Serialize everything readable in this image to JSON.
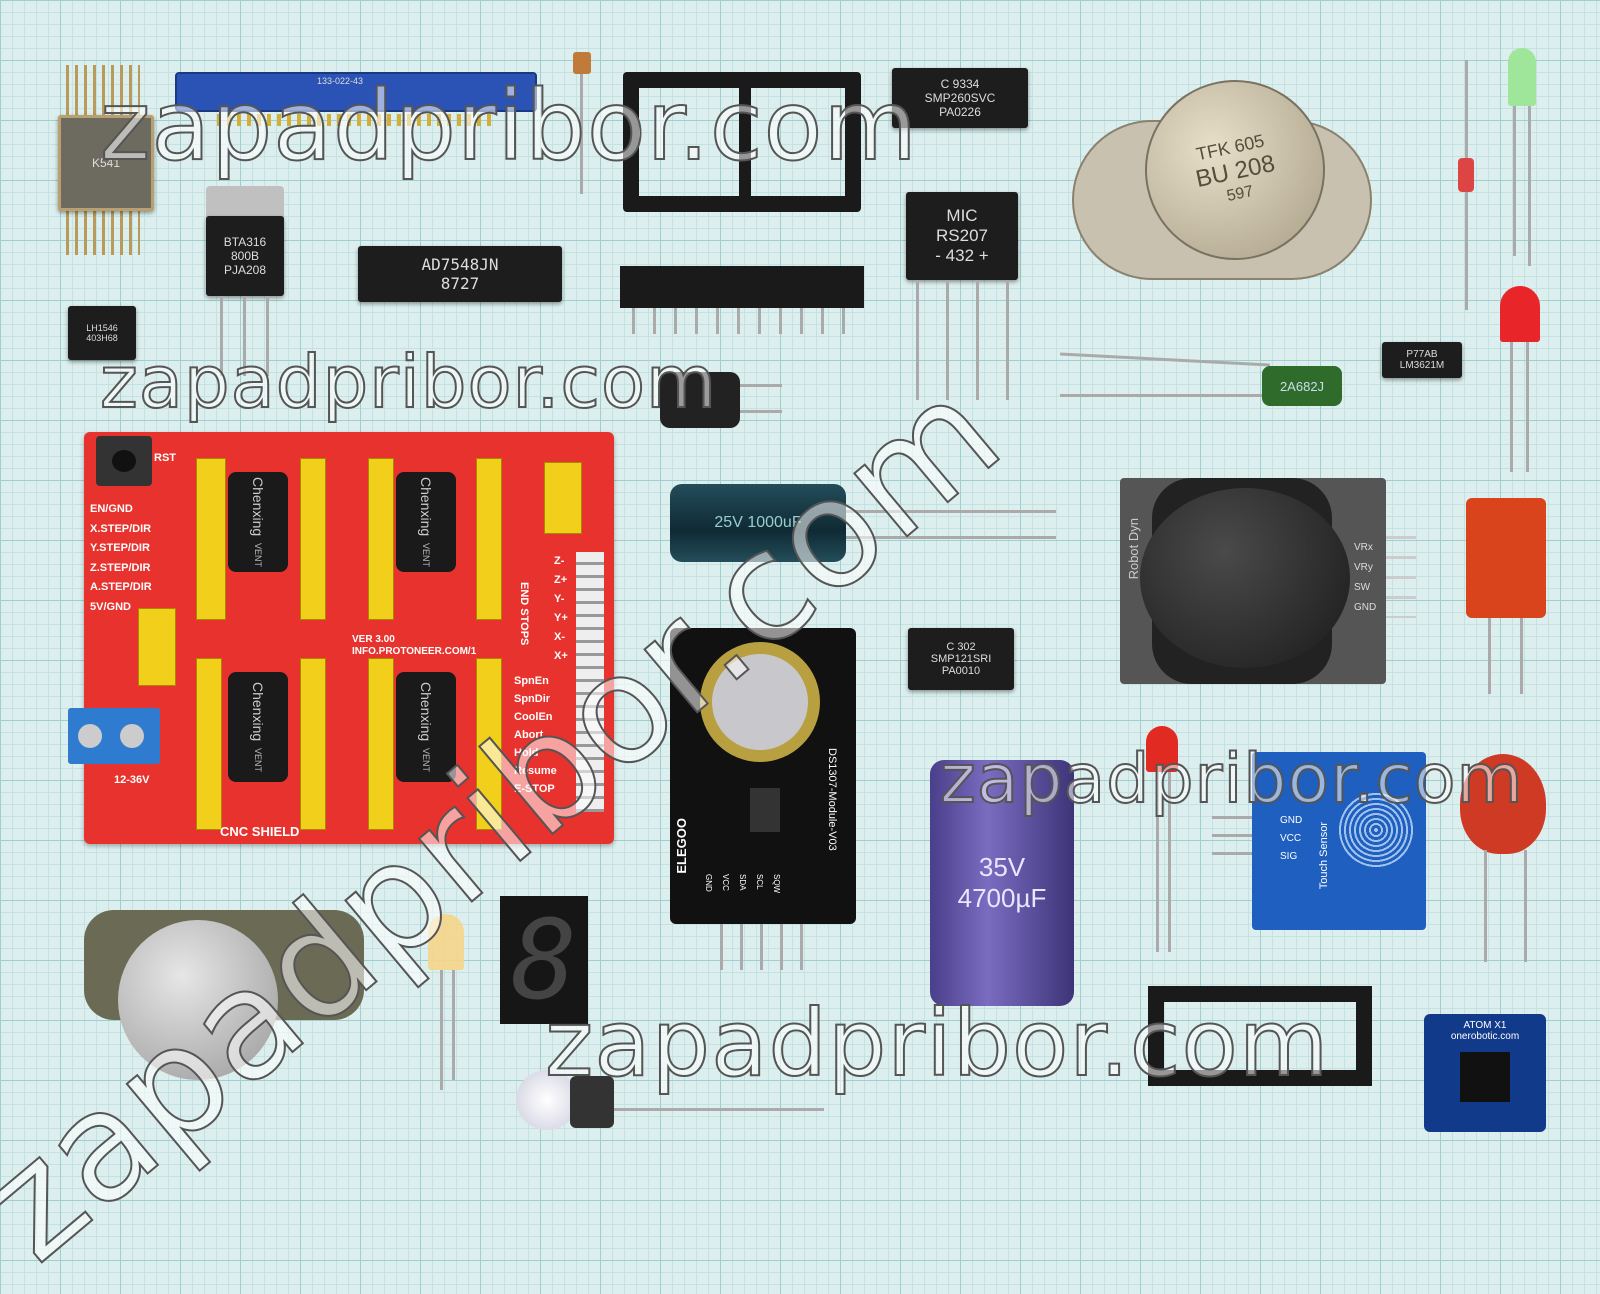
{
  "watermark": "zapadpribor.com",
  "components": {
    "hybrid_ic": "K541",
    "edge_connector": "133-022-43",
    "triac": {
      "line1": "BTA316",
      "line2": "800B",
      "line3": "PJA208"
    },
    "dip_ic": {
      "line1": "AD7548JN",
      "line2": "8727"
    },
    "soic_top": {
      "line1": "C 9334",
      "line2": "SMP260SVC",
      "line3": "PA0226"
    },
    "bridge": {
      "line1": "MIC",
      "line2": "RS207",
      "line3": "- 432 +"
    },
    "power_transistor": {
      "line1": "TFK 605",
      "line2": "BU 208",
      "line3": "597"
    },
    "optocoupler": {
      "line1": "LH1546",
      "line2": "403H68"
    },
    "soic_small": {
      "line1": "P77AB",
      "line2": "LM3621M"
    },
    "film_cap": "2A682J",
    "elcap_small": "25V 1000uF",
    "soic_mid": {
      "line1": "C 302",
      "line2": "SMP121SRI",
      "line3": "PA0010"
    },
    "elcap_big": {
      "line1": "35V",
      "line2": "4700µF"
    },
    "joystick_label": "Robot Dyn",
    "joystick_pins": [
      "VRx",
      "VRy",
      "SW",
      "GND"
    ]
  },
  "cnc_shield": {
    "title": "CNC SHIELD",
    "version": "VER 3.00",
    "url": "INFO.PROTONEER.COM/1",
    "power": "12-36V",
    "rst": "RST",
    "labels": [
      "EN/GND",
      "X.STEP/DIR",
      "Y.STEP/DIR",
      "Z.STEP/DIR",
      "A.STEP/DIR",
      "5V/GND"
    ],
    "end_stops": "END STOPS",
    "right_labels": [
      "SpnEn",
      "SpnDir",
      "CoolEn",
      "Abort",
      "Hold",
      "Resume",
      "E-STOP"
    ],
    "axis_letters": [
      "Z-",
      "Z+",
      "Y-",
      "Y+",
      "X-",
      "X+"
    ],
    "cap_brand": "Chenxing",
    "cap_vent": "VENT"
  },
  "rtc_module": {
    "brand": "ELEGOO",
    "name": "DS1307-Module-V03",
    "pins": [
      "GND",
      "VCC",
      "SDA",
      "SCL",
      "SQW"
    ]
  },
  "touch_sensor": {
    "name": "Touch Sensor",
    "pins": [
      "GND",
      "VCC",
      "SIG"
    ]
  },
  "atom_board": {
    "line1": "ATOM X1",
    "line2": "onerobotic.com"
  },
  "seven_segment": "8"
}
